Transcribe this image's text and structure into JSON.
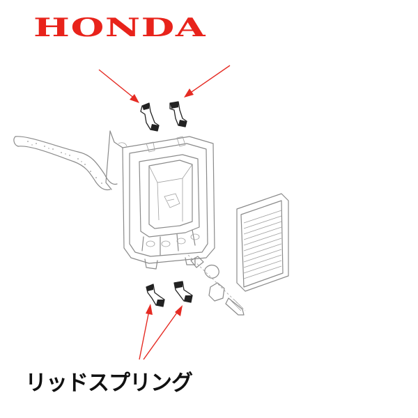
{
  "brand": {
    "logo_text": "HONDA",
    "logo_color": "#e8231b"
  },
  "caption": {
    "text": "リッドスプリング"
  },
  "colors": {
    "arrow": "#e52b23",
    "line_art": "#8a8a8a",
    "highlight_parts": "#222222"
  },
  "icons": [
    "reed-spring-clip",
    "air-cleaner-case",
    "breather-tube",
    "air-filter-element",
    "drain-bolt"
  ]
}
